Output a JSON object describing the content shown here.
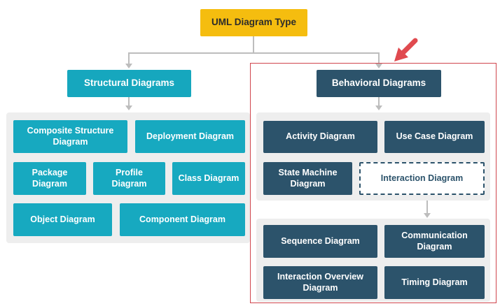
{
  "root": {
    "label": "UML Diagram Type"
  },
  "structural": {
    "title": "Structural Diagrams",
    "items": [
      {
        "label": "Composite Structure Diagram"
      },
      {
        "label": "Deployment Diagram"
      },
      {
        "label": "Package Diagram"
      },
      {
        "label": "Profile Diagram"
      },
      {
        "label": "Class Diagram"
      },
      {
        "label": "Object Diagram"
      },
      {
        "label": "Component Diagram"
      }
    ]
  },
  "behavioral": {
    "title": "Behavioral Diagrams",
    "items": [
      {
        "label": "Activity Diagram"
      },
      {
        "label": "Use Case Diagram"
      },
      {
        "label": "State Machine Diagram"
      },
      {
        "label": "Interaction Diagram"
      }
    ],
    "interaction_items": [
      {
        "label": "Sequence Diagram"
      },
      {
        "label": "Communication Diagram"
      },
      {
        "label": "Interaction Overview Diagram"
      },
      {
        "label": "Timing Diagram"
      }
    ]
  },
  "colors": {
    "root": "#f5bd0f",
    "structural": "#17a9c0",
    "behavioral": "#2c536b",
    "highlight": "#d0454d",
    "connector": "#bdbdbd"
  }
}
